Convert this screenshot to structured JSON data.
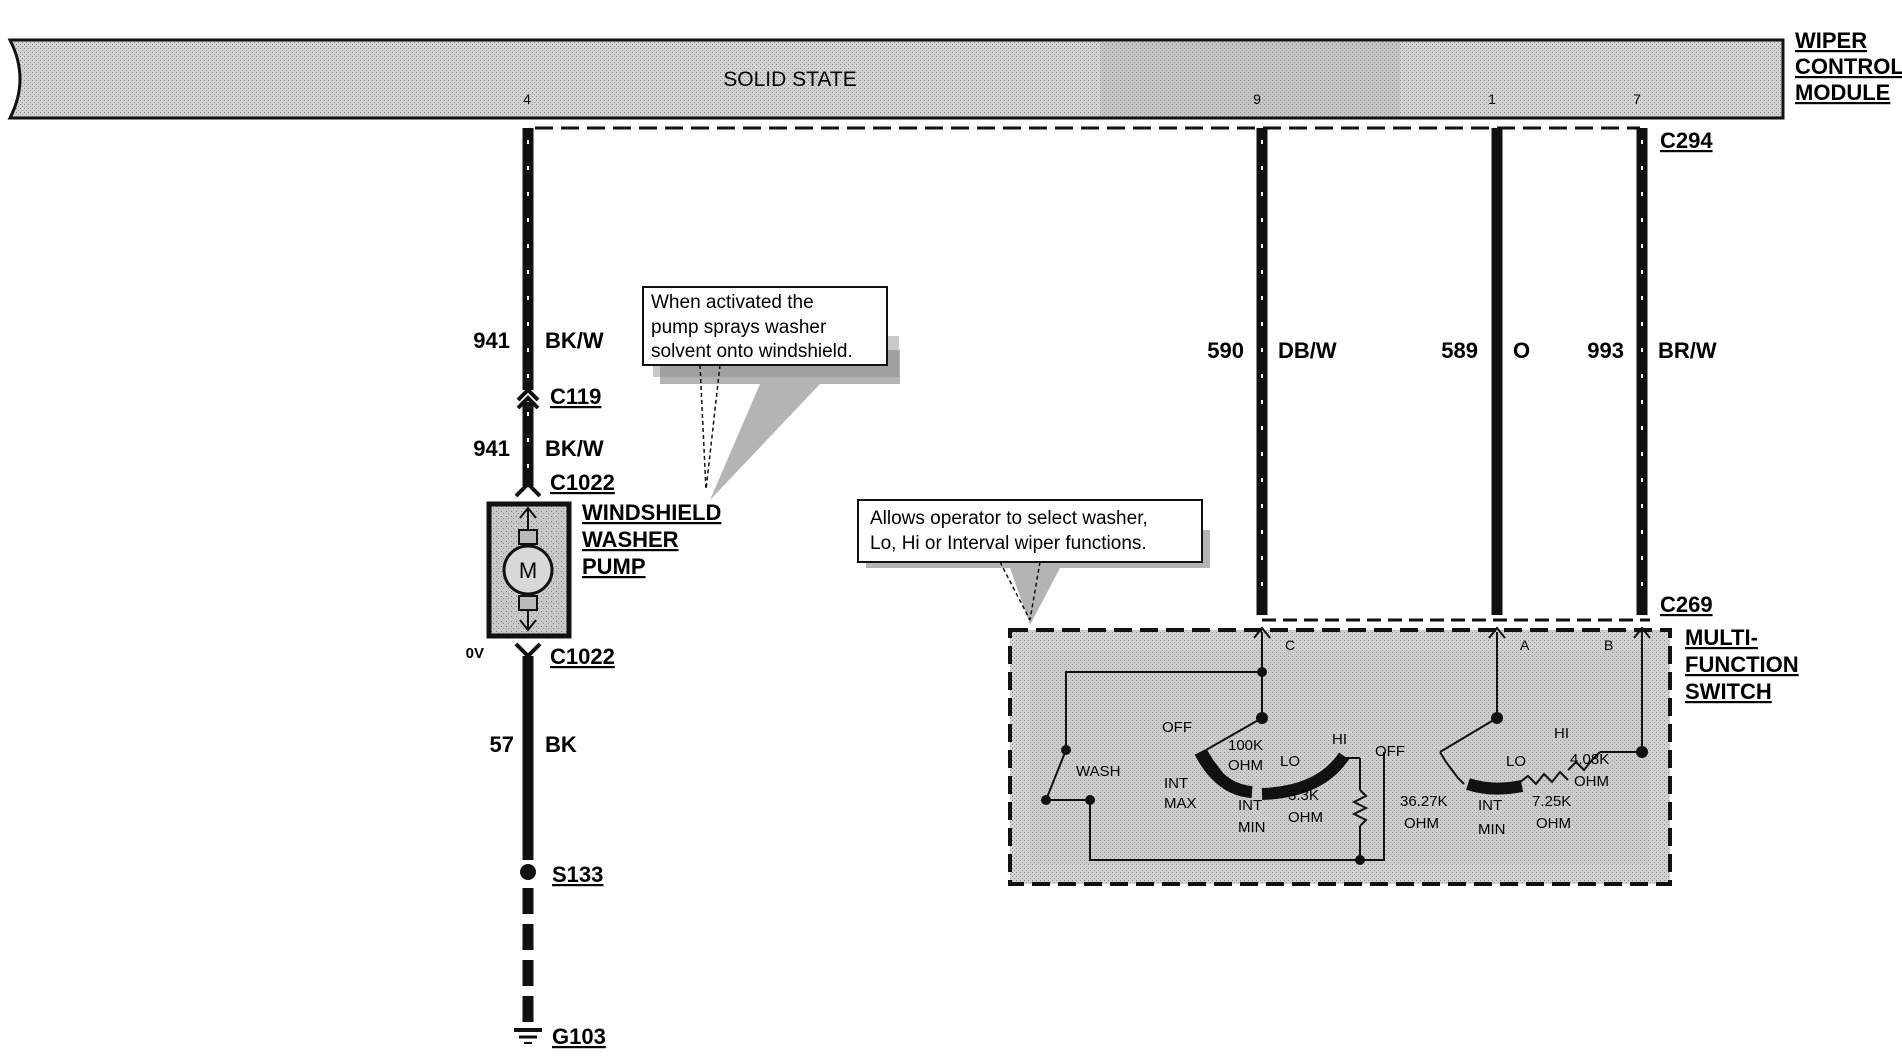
{
  "module": {
    "label": "SOLID STATE",
    "name_lines": [
      "WIPER",
      "CONTROL",
      "MODULE"
    ],
    "pins": [
      "4",
      "9",
      "1",
      "7"
    ]
  },
  "connectors": {
    "c294": "C294",
    "c269": "C269",
    "c119": "C119",
    "c1022_top": "C1022",
    "c1022_bottom": "C1022",
    "s133": "S133",
    "g103": "G103"
  },
  "circuits": {
    "w941_top": {
      "num": "941",
      "color": "BK/W"
    },
    "w941_mid": {
      "num": "941",
      "color": "BK/W"
    },
    "w57": {
      "num": "57",
      "color": "BK"
    },
    "w590": {
      "num": "590",
      "color": "DB/W"
    },
    "w589": {
      "num": "589",
      "color": "O"
    },
    "w993": {
      "num": "993",
      "color": "BR/W"
    }
  },
  "pump": {
    "name_lines": [
      "WINDSHIELD",
      "WASHER",
      "PUMP"
    ],
    "motor_letter": "M",
    "voltage": "0V"
  },
  "switch": {
    "name_lines": [
      "MULTI-",
      "FUNCTION",
      "SWITCH"
    ],
    "pins": [
      "C",
      "A",
      "B"
    ],
    "labels": {
      "wash": "WASH",
      "off_left": "OFF",
      "off_right": "OFF",
      "r100k_a": "100K",
      "r100k_b": "OHM",
      "lo_left": "LO",
      "hi_left": "HI",
      "int_max_a": "INT",
      "int_max_b": "MAX",
      "int_min_l_a": "INT",
      "int_min_l_b": "MIN",
      "r33k_a": "3.3K",
      "r33k_b": "OHM",
      "r3627k_a": "36.27K",
      "r3627k_b": "OHM",
      "int_min_r_a": "INT",
      "int_min_r_b": "MIN",
      "lo_right": "LO",
      "hi_right": "HI",
      "r408k_a": "4.08K",
      "r408k_b": "OHM",
      "r725k_a": "7.25K",
      "r725k_b": "OHM"
    }
  },
  "notes": {
    "pump_note": [
      "When activated the",
      "pump sprays washer",
      "solvent onto windshield."
    ],
    "switch_note": [
      "Allows operator to select washer,",
      "Lo, Hi or Interval wiper functions."
    ]
  },
  "colors": {
    "wire": "#111111",
    "shade": "#c4c4c4",
    "shade_dark": "#9a9a9a",
    "background": "#ffffff"
  }
}
